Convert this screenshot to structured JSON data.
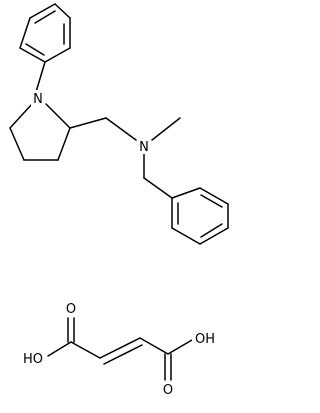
{
  "molecule": {
    "atoms": {
      "n1": "N",
      "n2": "N",
      "o1": "O",
      "oh1": "HO",
      "o2": "O",
      "oh2": "OH"
    }
  },
  "colors": {
    "bond": "#000000",
    "background": "#ffffff"
  }
}
